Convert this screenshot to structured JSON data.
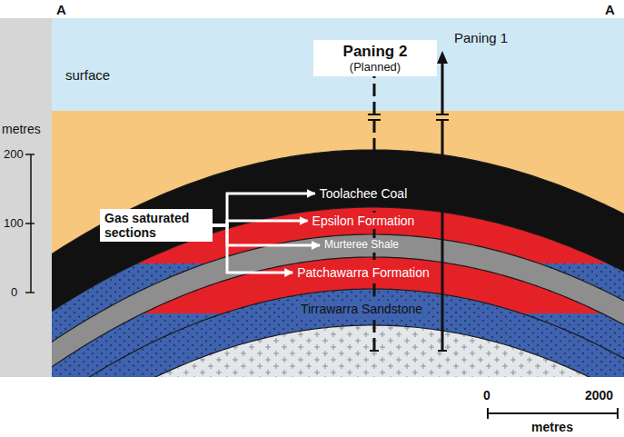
{
  "diagram": {
    "nodes": [
      {
        "text": [
          "Paning 2",
          "(Planned)"
        ]
      },
      {
        "text": [
          "Gas saturated sections"
        ]
      },
      {
        "text": [
          "Toolachee Coal"
        ]
      },
      {
        "text": [
          "Epsilon Formation"
        ]
      },
      {
        "text": [
          "Murteree Shale"
        ]
      },
      {
        "text": [
          "Patchawarra Formation"
        ]
      },
      {
        "text": [
          "Tirrawarra Sandstone"
        ]
      }
    ],
    "edges": [
      {
        "from": 1,
        "to": 2,
        "arrow": "to"
      },
      {
        "from": 1,
        "to": 3,
        "arrow": "to"
      },
      {
        "from": 1,
        "to": 4,
        "arrow": "to"
      },
      {
        "from": 1,
        "to": 5,
        "arrow": "to"
      }
    ],
    "labels": [
      "A",
      "A",
      "Paning 1",
      "surface",
      "metres",
      "200",
      "100",
      "0",
      "0",
      "2000",
      "metres"
    ]
  }
}
